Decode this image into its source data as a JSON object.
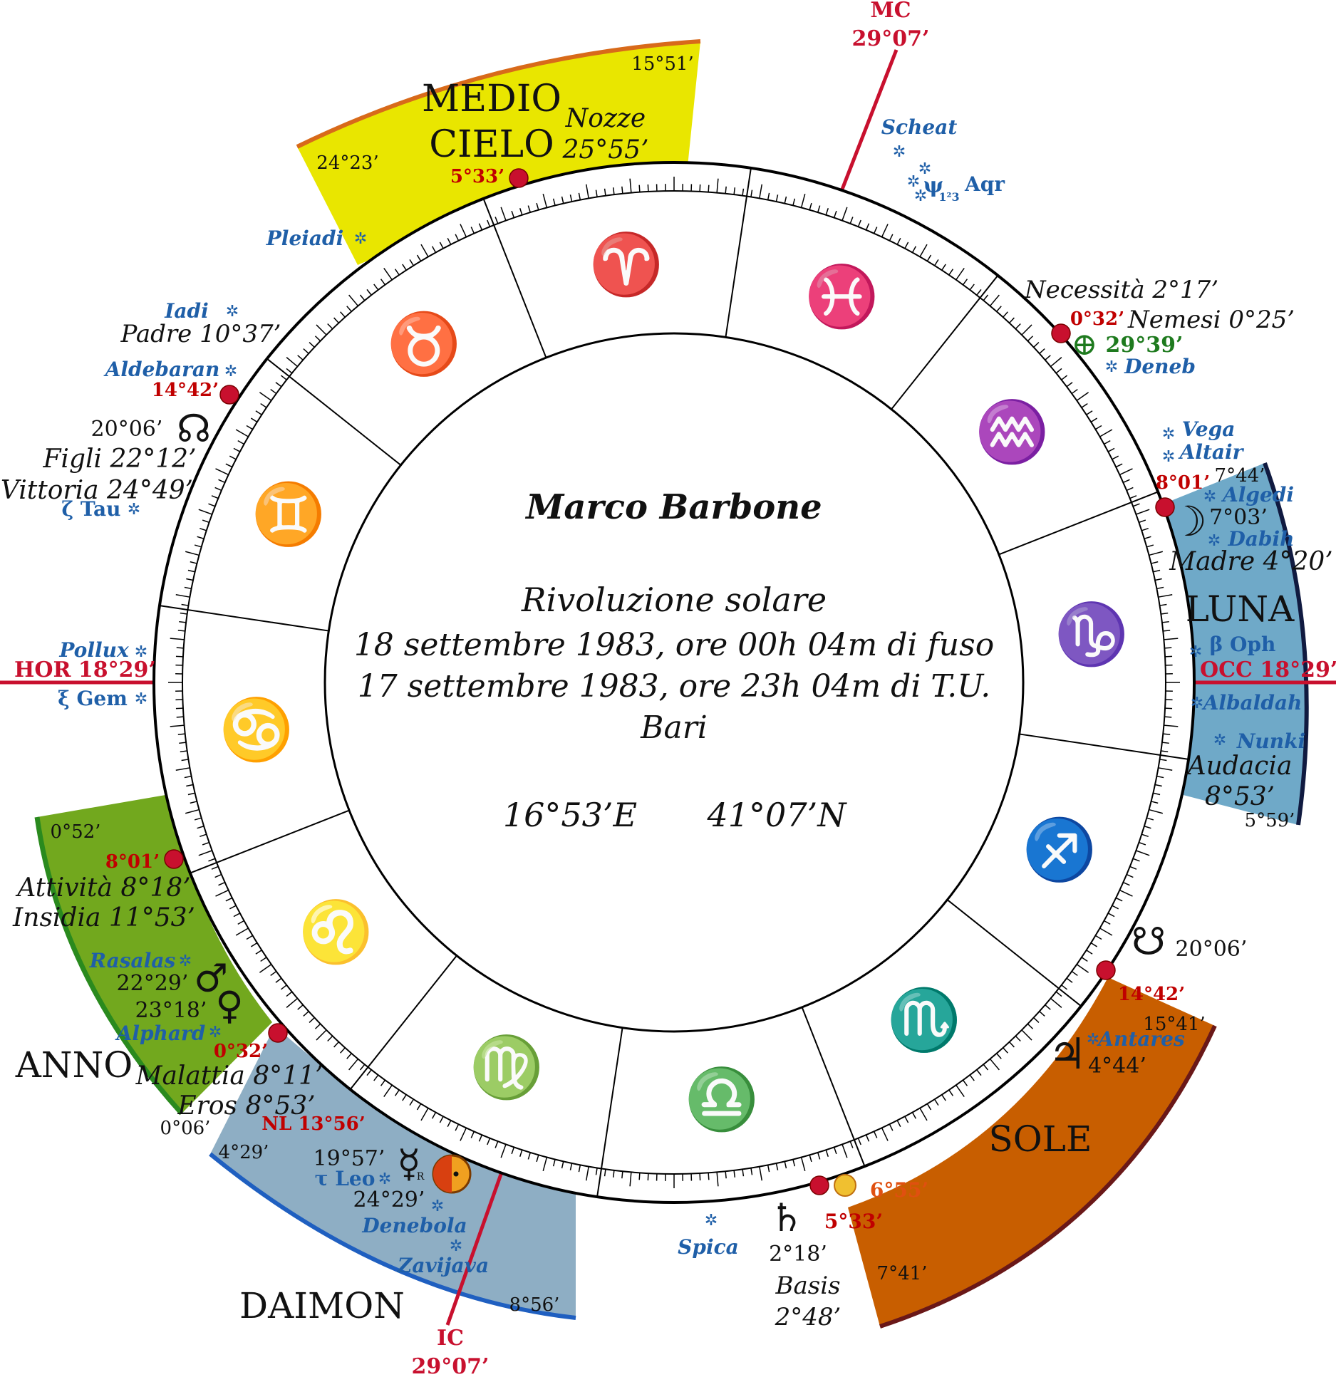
{
  "colors": {
    "axis": "#c8102e",
    "planet_red": "#c8102e",
    "medio_cielo": "#e9e600",
    "luna": "#6fa9c8",
    "anno": "#72a81e",
    "daimon": "#8eaec4",
    "sole": "#c85e00",
    "star_blue": "#1f5fa8",
    "ring_line": "#000000"
  },
  "center": {
    "name": "Marco Barbone",
    "type": "Rivoluzione solare",
    "line1": "18 settembre 1983, ore 00h 04m di fuso",
    "line2": "17 settembre 1983, ore 23h 04m di T.U.",
    "place": "Bari",
    "lon": "16°53’E",
    "lat": "41°07’N"
  },
  "axes": {
    "mc": {
      "label": "MC",
      "value": "29°07’"
    },
    "ic": {
      "label": "IC",
      "value": "29°07’"
    },
    "hor": "HOR 18°29’",
    "occ": "OCC 18°29’"
  },
  "signs": [
    "♈",
    "♓",
    "♒",
    "♑",
    "♐",
    "♏",
    "♎",
    "♍",
    "♌",
    "♋",
    "♊",
    "♉"
  ],
  "sectors": {
    "medio_cielo": {
      "title1": "MEDIO",
      "title2": "CIELO",
      "start": "24°23’",
      "end": "15°51’",
      "part_name": "Nozze",
      "part_value": "25°55’",
      "point": "5°33’"
    },
    "luna": {
      "title": "LUNA",
      "start": "7°44’",
      "end": "5°59’",
      "moon": "7°03’",
      "point": "8°01’",
      "madre": "Madre 4°20’",
      "audacia_name": "Audacia",
      "audacia_value": "8°53’"
    },
    "anno": {
      "title": "ANNO",
      "start": "0°52’",
      "end": "0°06’",
      "point1": "8°01’",
      "point2": "0°32’",
      "attivita": "Attività 8°18’",
      "insidia": "Insidia 11°53’",
      "mars": "22°29’",
      "venus": "23°18’",
      "malattia": "Malattia 8°11’",
      "eros": "Eros 8°53’"
    },
    "daimon": {
      "title": "DAIMON",
      "start": "4°29’",
      "end": "8°56’",
      "nl": "NL 13°56’",
      "mercury": "19°57’",
      "sun": "24°29’",
      "retro": "R"
    },
    "sole": {
      "title": "SOLE",
      "start": "15°41’",
      "end": "7°41’",
      "point": "14°42’",
      "jupiter": "4°44’",
      "south_node": "20°06’"
    }
  },
  "lots": {
    "necessita": "Necessità 2°17’",
    "nemesi": "Nemesi 0°25’",
    "necessita_point": "0°32’",
    "earth": "29°39’",
    "padre": "Padre 10°37’",
    "aldebaran_point": "14°42’",
    "north_node": "20°06’",
    "figli": "Figli 22°12’",
    "vittoria": "Vittoria 24°49’",
    "saturn": "2°18’",
    "basis_name": "Basis",
    "basis_value": "2°48’",
    "moon2": "6°55’",
    "point_533": "5°33’"
  },
  "stars": {
    "scheat": "Scheat",
    "aqr": "Aqr",
    "psi": "ψ",
    "psi_sub": "1²3",
    "pleiadi": "Pleiadi",
    "iadi": "Iadi",
    "aldebaran": "Aldebaran",
    "tau": "ζ Tau",
    "deneb": "Deneb",
    "vega": "Vega",
    "altair": "Altair",
    "algedi": "Algedi",
    "dabih": "Dabih",
    "boph": "β Oph",
    "albaldah": "Albaldah",
    "nunki": "Nunki",
    "pollux": "Pollux",
    "gem": "ξ Gem",
    "rasalas": "Rasalas",
    "alphard": "Alphard",
    "tleo": "τ Leo",
    "denebola": "Denebola",
    "zavijava": "Zavijava",
    "spica": "Spica",
    "antares": "Antares"
  },
  "glyphs": {
    "earth": "⊕",
    "north_node": "☊",
    "south_node": "☋",
    "moon": "☽",
    "mars": "♂",
    "venus": "♀",
    "mercury": "☿",
    "jupiter": "♃",
    "saturn": "♄",
    "star": "✲"
  }
}
